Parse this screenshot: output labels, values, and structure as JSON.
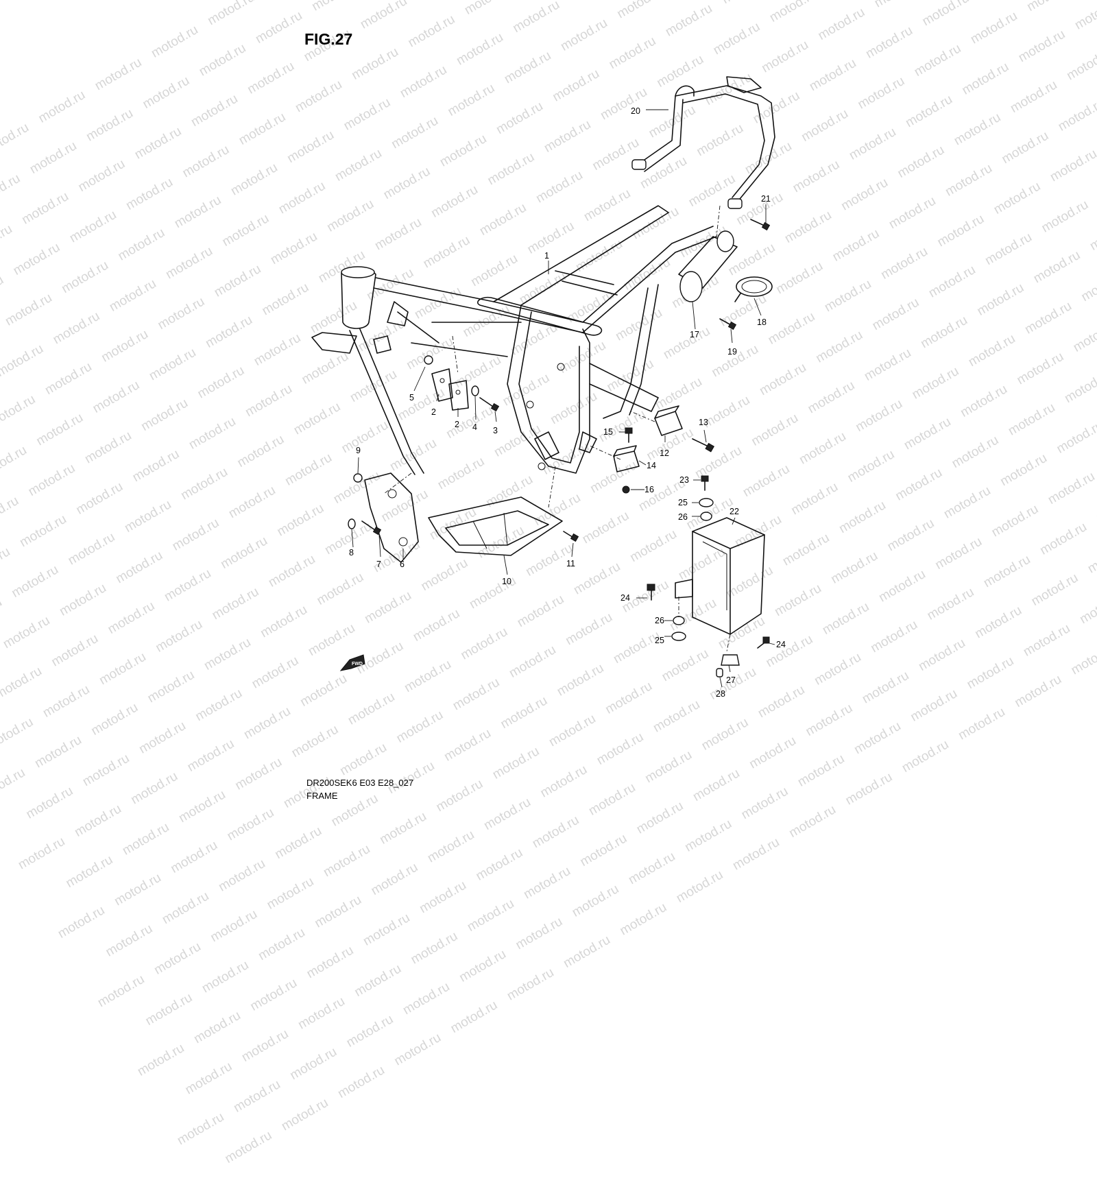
{
  "figure": {
    "title": "FIG.27",
    "model_code": "DR200SEK6 E03 E28_027",
    "caption": "FRAME",
    "watermark": "motod.ru",
    "fwd_label": "FWD"
  },
  "callouts": [
    "1",
    "2",
    "2",
    "3",
    "4",
    "5",
    "6",
    "7",
    "8",
    "9",
    "10",
    "11",
    "12",
    "13",
    "14",
    "15",
    "16",
    "17",
    "18",
    "19",
    "20",
    "21",
    "22",
    "23",
    "24",
    "24",
    "25",
    "25",
    "26",
    "26",
    "27",
    "28"
  ]
}
